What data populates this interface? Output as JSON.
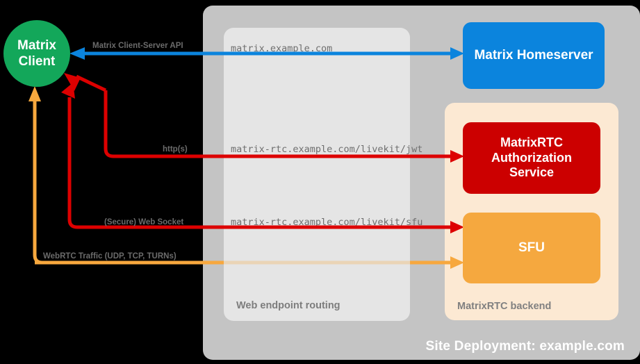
{
  "diagram": {
    "title": "Site Deployment: example.com"
  },
  "containers": {
    "site_deployment": {
      "label": "Site Deployment: example.com",
      "color": "#c4c4c4"
    },
    "web_routing": {
      "label": "Web endpoint routing",
      "color": "#e5e5e5"
    },
    "rtc_backend": {
      "label": "MatrixRTC backend",
      "color": "#fce9d3"
    }
  },
  "nodes": {
    "client": {
      "line1": "Matrix",
      "line2": "Client",
      "color": "#13a75a",
      "shape": "circle"
    },
    "homeserver": {
      "label": "Matrix Homeserver",
      "color": "#0b84dd",
      "shape": "rounded-rect"
    },
    "auth_service": {
      "line1": "MatrixRTC",
      "line2": "Authorization",
      "line3": "Service",
      "color": "#cc0000",
      "shape": "rounded-rect"
    },
    "sfu": {
      "label": "SFU",
      "color": "#f5a83f",
      "shape": "rounded-rect"
    }
  },
  "endpoints": [
    {
      "url": "matrix.example.com"
    },
    {
      "url": "matrix-rtc.example.com/livekit/jwt"
    },
    {
      "url": "matrix-rtc.example.com/livekit/sfu"
    }
  ],
  "connections": [
    {
      "label": "Matrix Client-Server API",
      "color": "#0b84dd",
      "from": "homeserver",
      "to": "client",
      "endpoint": "matrix.example.com"
    },
    {
      "label": "http(s)",
      "color": "#dd0000",
      "from": "auth_service",
      "to": "client",
      "endpoint": "matrix-rtc.example.com/livekit/jwt"
    },
    {
      "label": "(Secure) Web Socket",
      "color": "#dd0000",
      "from": "sfu",
      "to": "client",
      "endpoint": "matrix-rtc.example.com/livekit/sfu"
    },
    {
      "label": "WebRTC Traffic (UDP, TCP, TURNs)",
      "color": "#f7a83e",
      "from": "sfu",
      "to": "client",
      "endpoint": ""
    }
  ]
}
